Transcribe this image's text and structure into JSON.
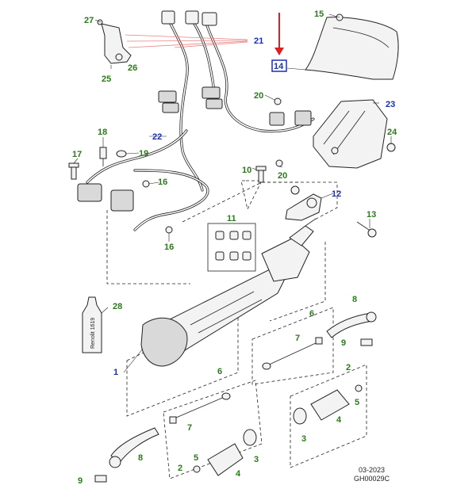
{
  "callouts": {
    "c1": {
      "text": "1",
      "color": "#1a2fb0"
    },
    "c2a": {
      "text": "2",
      "color": "#2a7a1a"
    },
    "c2b": {
      "text": "2",
      "color": "#2a7a1a"
    },
    "c3a": {
      "text": "3",
      "color": "#2a7a1a"
    },
    "c3b": {
      "text": "3",
      "color": "#2a7a1a"
    },
    "c4a": {
      "text": "4",
      "color": "#2a7a1a"
    },
    "c4b": {
      "text": "4",
      "color": "#2a7a1a"
    },
    "c5a": {
      "text": "5",
      "color": "#2a7a1a"
    },
    "c5b": {
      "text": "5",
      "color": "#2a7a1a"
    },
    "c6a": {
      "text": "6",
      "color": "#2a7a1a"
    },
    "c6b": {
      "text": "6",
      "color": "#2a7a1a"
    },
    "c7a": {
      "text": "7",
      "color": "#2a7a1a"
    },
    "c7b": {
      "text": "7",
      "color": "#2a7a1a"
    },
    "c8a": {
      "text": "8",
      "color": "#2a7a1a"
    },
    "c8b": {
      "text": "8",
      "color": "#2a7a1a"
    },
    "c9a": {
      "text": "9",
      "color": "#2a7a1a"
    },
    "c9b": {
      "text": "9",
      "color": "#2a7a1a"
    },
    "c10": {
      "text": "10",
      "color": "#2a7a1a"
    },
    "c11": {
      "text": "11",
      "color": "#2a7a1a"
    },
    "c12": {
      "text": "12",
      "color": "#1a2fb0"
    },
    "c13": {
      "text": "13",
      "color": "#2a7a1a"
    },
    "c14": {
      "text": "14",
      "color": "#1a2fb0"
    },
    "c15": {
      "text": "15",
      "color": "#2a7a1a"
    },
    "c16a": {
      "text": "16",
      "color": "#2a7a1a"
    },
    "c16b": {
      "text": "16",
      "color": "#2a7a1a"
    },
    "c17": {
      "text": "17",
      "color": "#2a7a1a"
    },
    "c18": {
      "text": "18",
      "color": "#2a7a1a"
    },
    "c19": {
      "text": "19",
      "color": "#2a7a1a"
    },
    "c20a": {
      "text": "20",
      "color": "#2a7a1a"
    },
    "c20b": {
      "text": "20",
      "color": "#2a7a1a"
    },
    "c21": {
      "text": "21",
      "color": "#1a2fb0"
    },
    "c22": {
      "text": "22",
      "color": "#1a2fb0"
    },
    "c23": {
      "text": "23",
      "color": "#1a2fb0"
    },
    "c24": {
      "text": "24",
      "color": "#2a7a1a"
    },
    "c25": {
      "text": "25",
      "color": "#2a7a1a"
    },
    "c26": {
      "text": "26",
      "color": "#2a7a1a"
    },
    "c27": {
      "text": "27",
      "color": "#2a7a1a"
    },
    "c28": {
      "text": "28",
      "color": "#2a7a1a"
    }
  },
  "tube_label": "Renolit 1619",
  "footer": {
    "date": "03-2023",
    "code": "GH00029C"
  },
  "colors": {
    "highlight_arrow": "#e02020",
    "highlight_box": "#1a2fb0",
    "leader_pink": "#e88080"
  }
}
